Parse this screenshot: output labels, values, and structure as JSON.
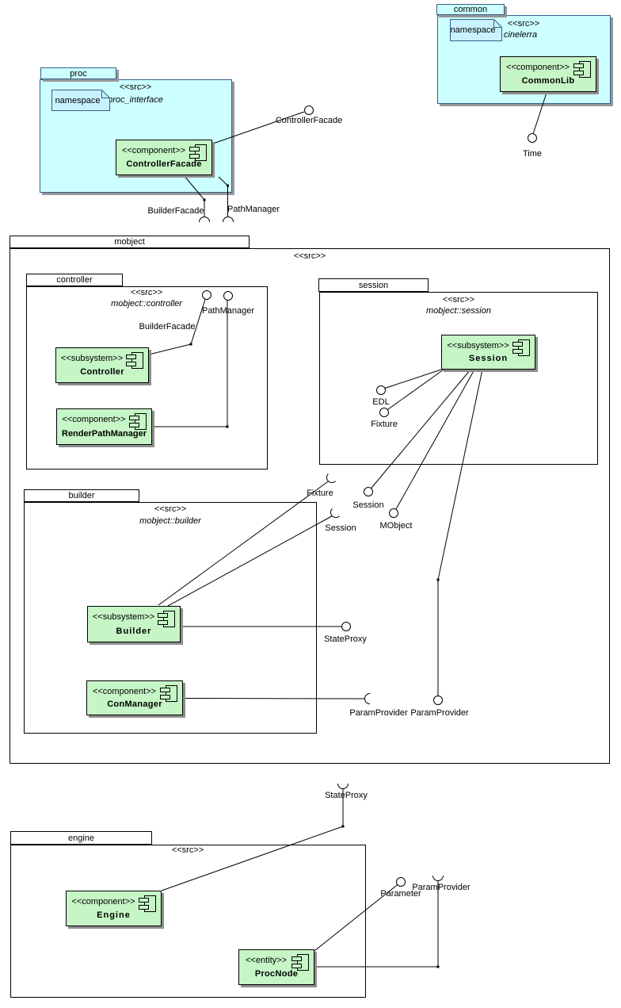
{
  "colors": {
    "background": "#ffffff",
    "package_fill": "#ccffff",
    "component_fill": "#c6f5c6",
    "note_fill": "#c9f2ff",
    "note_border": "#35608a",
    "line": "#000000",
    "shadow": "#979797"
  },
  "packages": {
    "proc": {
      "tab": "proc",
      "stereotype": "<<src>>",
      "name": "proc_interface",
      "note": "namespace"
    },
    "common": {
      "tab": "common",
      "stereotype": "<<src>>",
      "name": "cinelerra",
      "note": "namespace"
    },
    "mobject": {
      "tab": "mobject",
      "stereotype": "<<src>>"
    },
    "controller": {
      "tab": "controller",
      "stereotype": "<<src>>",
      "name": "mobject::controller"
    },
    "session": {
      "tab": "session",
      "stereotype": "<<src>>",
      "name": "mobject::session"
    },
    "builder": {
      "tab": "builder",
      "stereotype": "<<src>>",
      "name": "mobject::builder"
    },
    "engine": {
      "tab": "engine",
      "stereotype": "<<src>>"
    }
  },
  "components": {
    "common_lib": {
      "stereotype": "<<component>>",
      "name": "CommonLib"
    },
    "controller_facade": {
      "stereotype": "<<component>>",
      "name": "ControllerFacade"
    },
    "controller": {
      "stereotype": "<<subsystem>>",
      "name": "Controller"
    },
    "render_path_manager": {
      "stereotype": "<<component>>",
      "name": "RenderPathManager"
    },
    "session": {
      "stereotype": "<<subsystem>>",
      "name": "Session"
    },
    "builder": {
      "stereotype": "<<subsystem>>",
      "name": "Builder"
    },
    "con_manager": {
      "stereotype": "<<component>>",
      "name": "ConManager"
    },
    "engine": {
      "stereotype": "<<component>>",
      "name": "Engine"
    },
    "proc_node": {
      "stereotype": "<<entity>>",
      "name": "ProcNode"
    }
  },
  "interfaces": {
    "time": {
      "label": "Time",
      "kind": "provided"
    },
    "controller_facade": {
      "label": "ControllerFacade",
      "kind": "provided"
    },
    "builder_facade_required": {
      "label": "BuilderFacade",
      "kind": "required"
    },
    "path_manager_required": {
      "label": "PathManager",
      "kind": "required"
    },
    "builder_facade_provided": {
      "label": "BuilderFacade",
      "kind": "provided"
    },
    "path_manager_provided": {
      "label": "PathManager",
      "kind": "provided"
    },
    "edl": {
      "label": "EDL",
      "kind": "provided"
    },
    "fixture_provided": {
      "label": "Fixture",
      "kind": "provided"
    },
    "fixture_required": {
      "label": "Fixture",
      "kind": "required"
    },
    "session_provided": {
      "label": "Session",
      "kind": "provided"
    },
    "session_required": {
      "label": "Session",
      "kind": "required"
    },
    "mobject_provided": {
      "label": "MObject",
      "kind": "provided"
    },
    "state_proxy_provided": {
      "label": "StateProxy",
      "kind": "provided"
    },
    "param_provider_required": {
      "label": "ParamProvider",
      "kind": "required"
    },
    "param_provider_provided": {
      "label": "ParamProvider",
      "kind": "provided"
    },
    "state_proxy_required": {
      "label": "StateProxy",
      "kind": "required"
    },
    "parameter_provided": {
      "label": "Parameter",
      "kind": "provided"
    },
    "param_provider_engine_required": {
      "label": "ParamProvider",
      "kind": "required"
    }
  }
}
